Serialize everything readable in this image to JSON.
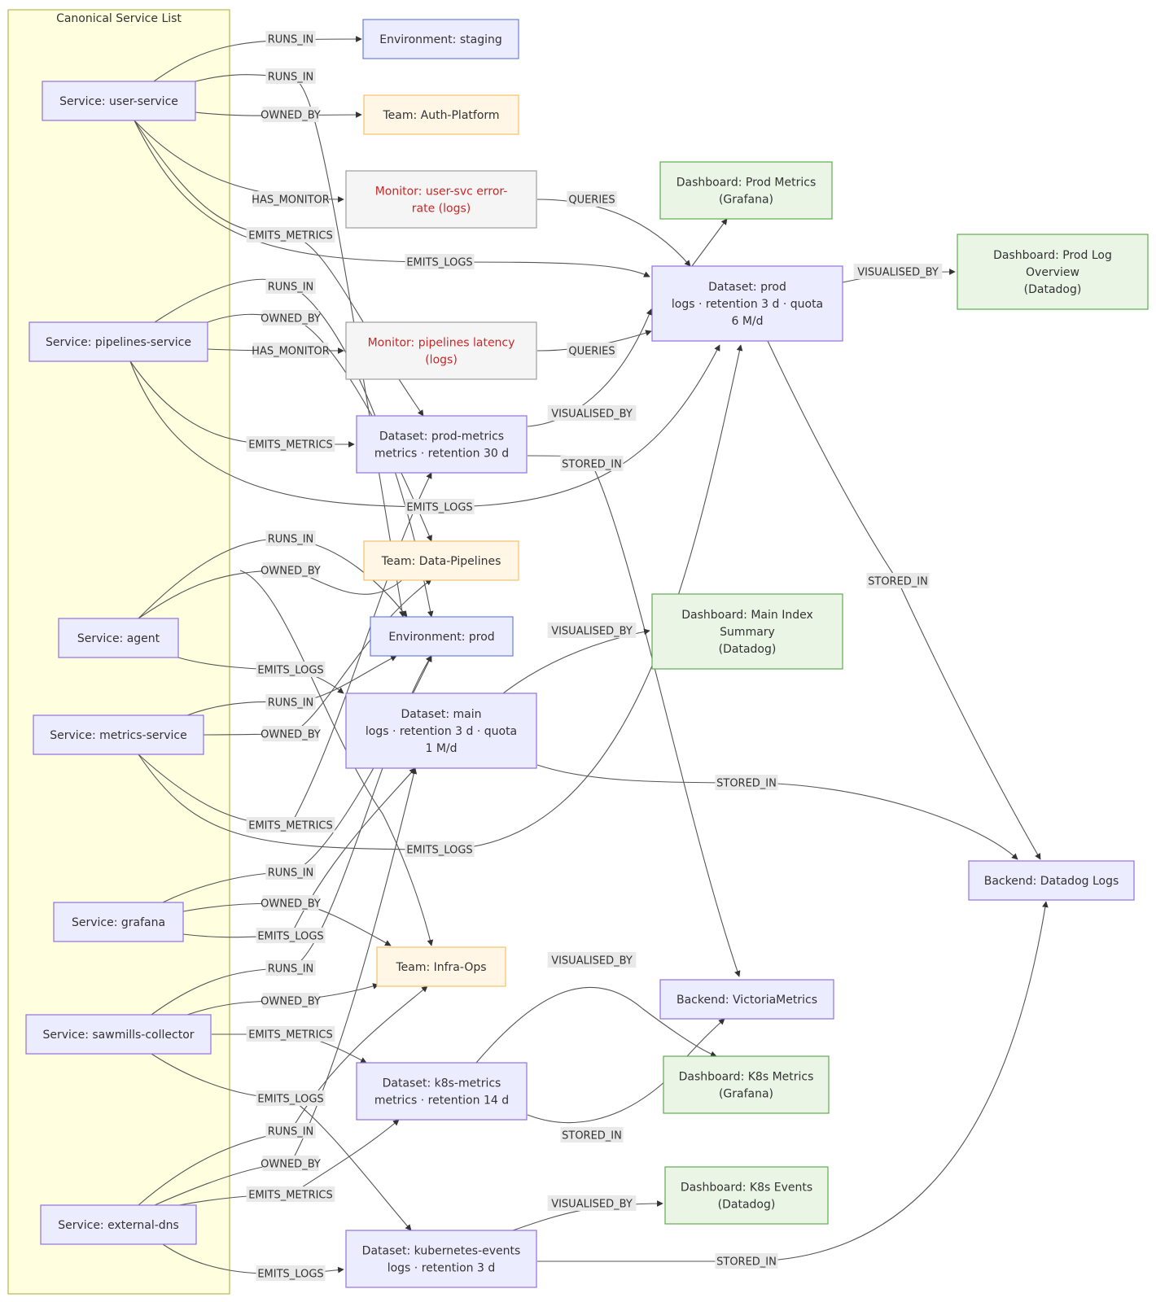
{
  "group": {
    "title": "Canonical Service List"
  },
  "colors": {
    "service": "#ECECFF",
    "service_border": "#9370DB",
    "env_fill": "#ECECFF",
    "env_border": "#6A7FDB",
    "team_fill": "#FFF6E6",
    "team_border": "#F5C26B",
    "monitor_fill": "#F5F5F5",
    "monitor_border": "#9E9E9E",
    "monitor_text": "#C62828",
    "dash_fill": "#EAF5E6",
    "dash_border": "#5DAE4F",
    "group_fill": "#FFFFE0",
    "group_border": "#AAAA33"
  },
  "nodes": {
    "svc_user": [
      "Service: user-service"
    ],
    "svc_pipelines": [
      "Service: pipelines-service"
    ],
    "svc_agent": [
      "Service: agent"
    ],
    "svc_metrics": [
      "Service: metrics-service"
    ],
    "svc_grafana": [
      "Service: grafana"
    ],
    "svc_sawmills": [
      "Service: sawmills-collector"
    ],
    "svc_extdns": [
      "Service: external-dns"
    ],
    "env_staging": [
      "Environment: staging"
    ],
    "env_prod": [
      "Environment: prod"
    ],
    "team_auth": [
      "Team: Auth-Platform"
    ],
    "team_data": [
      "Team: Data-Pipelines"
    ],
    "team_infra": [
      "Team: Infra-Ops"
    ],
    "mon_user": [
      "Monitor: user-svc error-",
      "rate (logs)"
    ],
    "mon_pipe": [
      "Monitor: pipelines latency",
      "(logs)"
    ],
    "ds_prodmetrics": [
      "Dataset: prod-metrics",
      "metrics · retention 30 d"
    ],
    "ds_main": [
      "Dataset: main",
      "logs · retention 3 d · quota",
      "1 M/d"
    ],
    "ds_prod": [
      "Dataset: prod",
      "logs · retention 3 d · quota",
      "6 M/d"
    ],
    "ds_k8s": [
      "Dataset: k8s-metrics",
      "metrics · retention 14 d"
    ],
    "ds_kube": [
      "Dataset: kubernetes-events",
      "logs · retention 3 d"
    ],
    "dash_prodmetrics": [
      "Dashboard: Prod Metrics",
      "(Grafana)"
    ],
    "dash_prodlog": [
      "Dashboard: Prod Log",
      "Overview",
      "(Datadog)"
    ],
    "dash_main": [
      "Dashboard: Main Index",
      "Summary",
      "(Datadog)"
    ],
    "dash_k8s": [
      "Dashboard: K8s Metrics",
      "(Grafana)"
    ],
    "dash_k8sevents": [
      "Dashboard: K8s Events",
      "(Datadog)"
    ],
    "be_vm": [
      "Backend: VictoriaMetrics"
    ],
    "be_dd": [
      "Backend: Datadog Logs"
    ]
  },
  "edge_labels": {
    "runs_in": "RUNS_IN",
    "owned_by": "OWNED_BY",
    "has_monitor": "HAS_MONITOR",
    "emits_metrics": "EMITS_METRICS",
    "emits_logs": "EMITS_LOGS",
    "queries": "QUERIES",
    "visualised_by": "VISUALISED_BY",
    "stored_in": "STORED_IN"
  }
}
